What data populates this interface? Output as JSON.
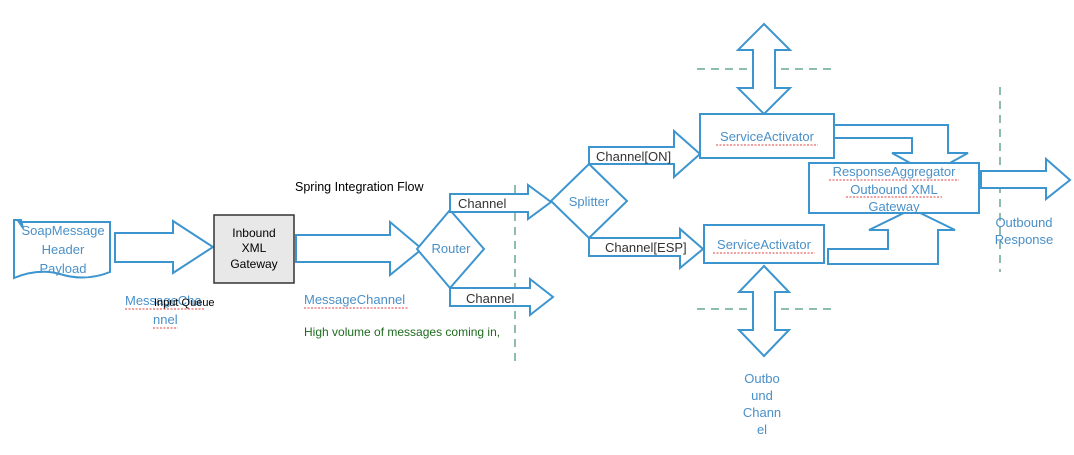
{
  "title": "Spring Integration Flow",
  "nodes": {
    "soap_message": [
      "SoapMessage",
      "Header",
      "Payload"
    ],
    "inbound_gateway": [
      "Inbound",
      "XML",
      "Gateway"
    ],
    "router": "Router",
    "splitter": "Splitter",
    "service_activator_top": "ServiceActivator",
    "service_activator_bottom": "ServiceActivator",
    "response_aggregator": [
      "ResponseAggregator",
      "Outbound XML",
      "Gateway"
    ]
  },
  "channels": {
    "message_channel_left": [
      "MessageCha",
      "nnel"
    ],
    "input_queue": "Input Queue",
    "message_channel_mid": "MessageChannel",
    "router_channel_top": "Channel",
    "router_channel_bottom": "Channel",
    "channel_on": "Channel[ON]",
    "channel_esp": "Channel[ESP]",
    "outbound_channel": [
      "Outbo",
      "und",
      "Chann",
      "el"
    ],
    "outbound_response": [
      "Outbound",
      "Response"
    ]
  },
  "note": "High volume of messages coming in,",
  "colors": {
    "shape_stroke": "#3d95cf",
    "shape_text": "#4a90c8",
    "gateway_fill": "#e8e8e8",
    "divider": "#1d7a5e",
    "note_text": "#1f6b1f"
  }
}
